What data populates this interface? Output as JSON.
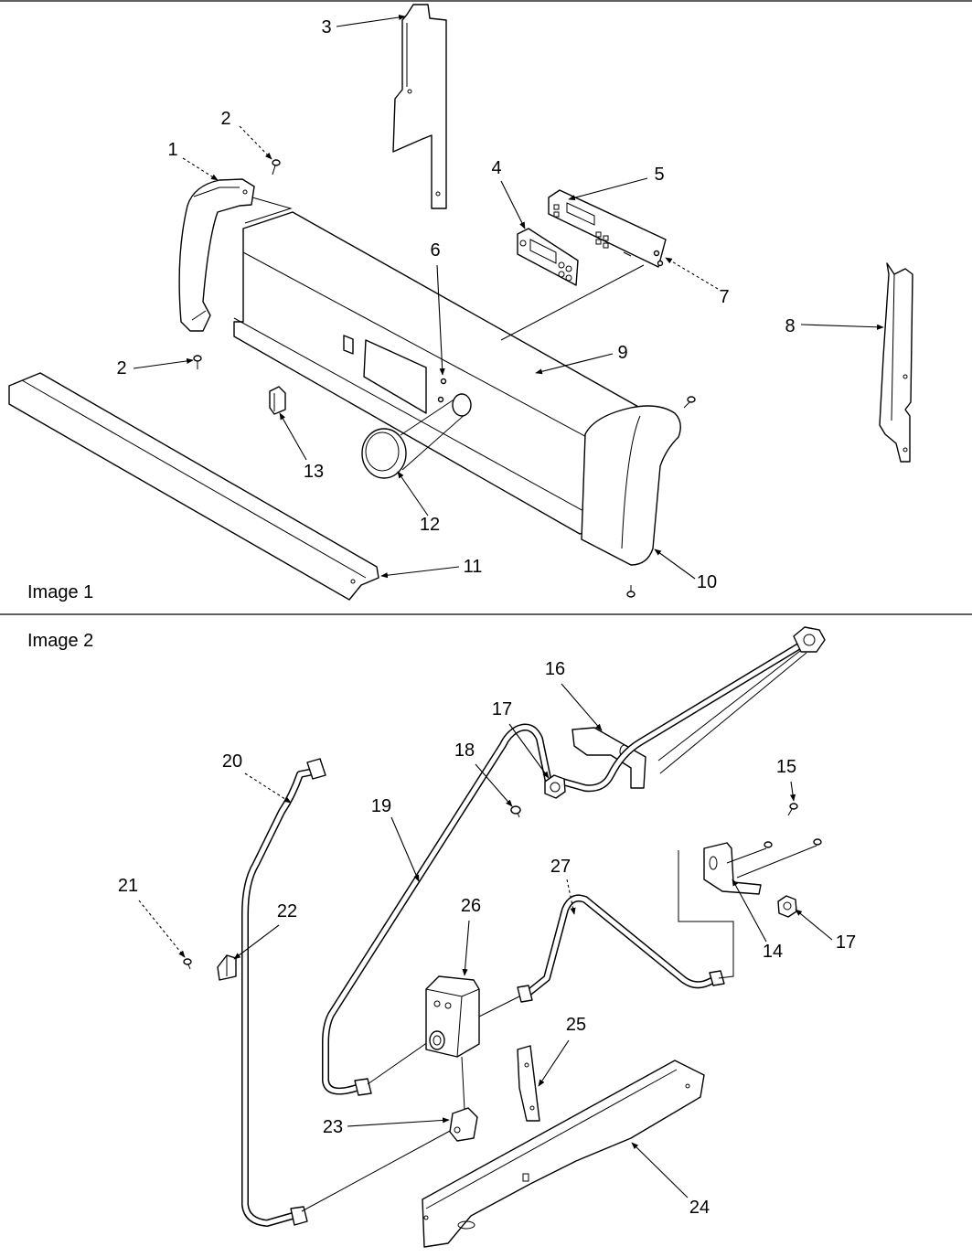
{
  "image1": {
    "label": "Image 1",
    "callouts": [
      "3",
      "2",
      "1",
      "4",
      "5",
      "6",
      "7",
      "8",
      "9",
      "2",
      "13",
      "12",
      "11",
      "10"
    ]
  },
  "image2": {
    "label": "Image 2",
    "callouts": [
      "16",
      "17",
      "18",
      "19",
      "20",
      "15",
      "21",
      "22",
      "27",
      "26",
      "14",
      "17",
      "25",
      "23",
      "24"
    ]
  }
}
